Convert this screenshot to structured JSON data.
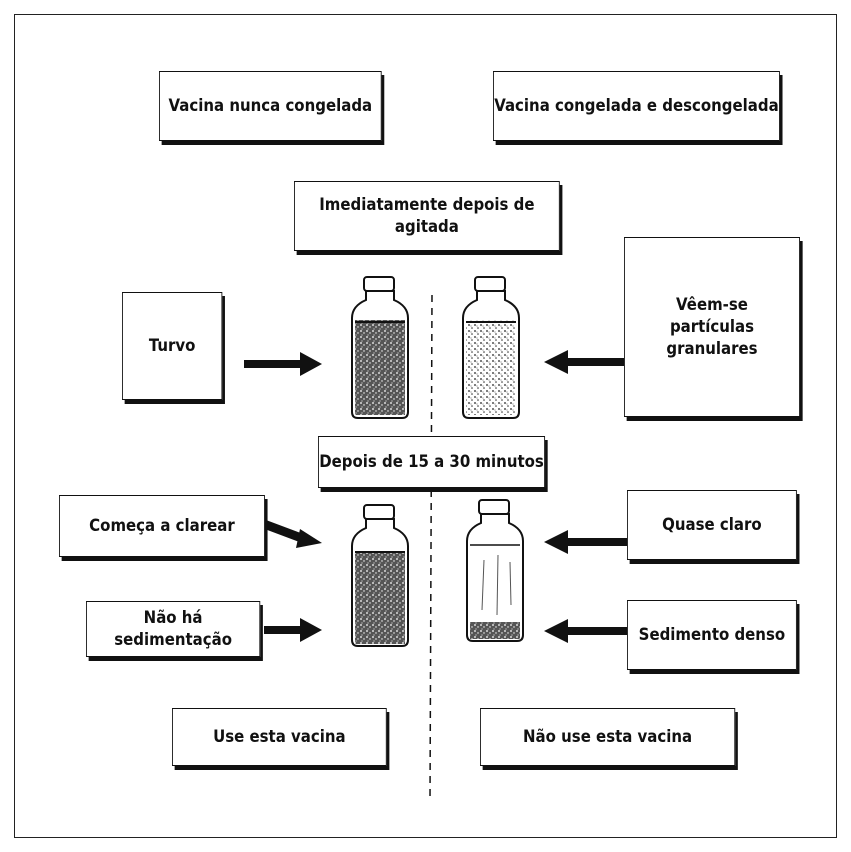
{
  "diagram": {
    "top_left_label": "Vacina nunca congelada",
    "top_right_label": "Vacina congelada e descongelada",
    "step1_label": "Imediatamente depois de agitada",
    "left_obs1": "Turvo",
    "right_obs1": "Vêem-se\npartículas\ngranulares",
    "step2_label": "Depois de 15 a 30 minutos",
    "left_obs2": "Começa a clarear",
    "left_obs3": "Não há\nsedimentação",
    "right_obs2": "Quase claro",
    "right_obs3": "Sedimento denso",
    "left_verdict": "Use esta vacina",
    "right_verdict": "Não use esta vacina"
  }
}
